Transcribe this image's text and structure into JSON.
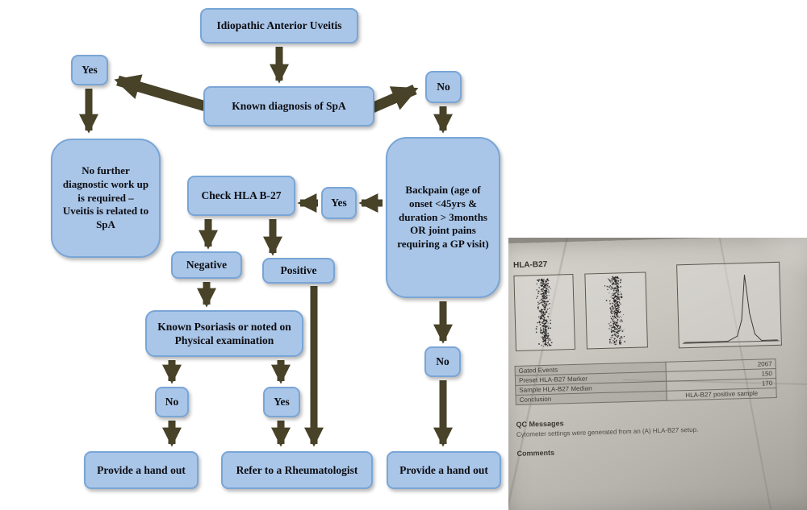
{
  "flowchart": {
    "nodes": {
      "start": "Idiopathic Anterior  Uveitis",
      "diagnosis": "Known diagnosis of SpA",
      "yes1": "Yes",
      "no1": "No",
      "no_further": "No further diagnostic work up is required – Uveitis is related to SpA",
      "backpain": "Backpain (age of onset <45yrs & duration > 3months OR joint pains requiring a GP visit)",
      "yes2": "Yes",
      "check_hla": "Check HLA B-27",
      "negative": "Negative",
      "positive": "Positive",
      "psoriasis": "Known Psoriasis or noted on Physical examination",
      "no2": "No",
      "yes3": "Yes",
      "no3": "No",
      "handout_left": "Provide a hand out",
      "refer": "Refer to a Rheumatologist",
      "handout_right": "Provide a hand out"
    },
    "colors": {
      "node_fill": "#a9c6e8",
      "node_border": "#79a5d6",
      "arrow": "#474228"
    }
  },
  "lab_report": {
    "title": "HLA-B27",
    "table": {
      "rows": [
        {
          "label": "Gated Events",
          "value": "2067"
        },
        {
          "label": "Preset HLA-B27 Marker",
          "value": "150"
        },
        {
          "label": "Sample HLA-B27 Median",
          "value": "170"
        },
        {
          "label": "Conclusion",
          "value": "HLA-B27 positive sample"
        }
      ]
    },
    "qc_heading": "QC Messages",
    "qc_text": "Cytometer settings were generated from an (A) HLA-B27 setup.",
    "comments_heading": "Comments"
  }
}
